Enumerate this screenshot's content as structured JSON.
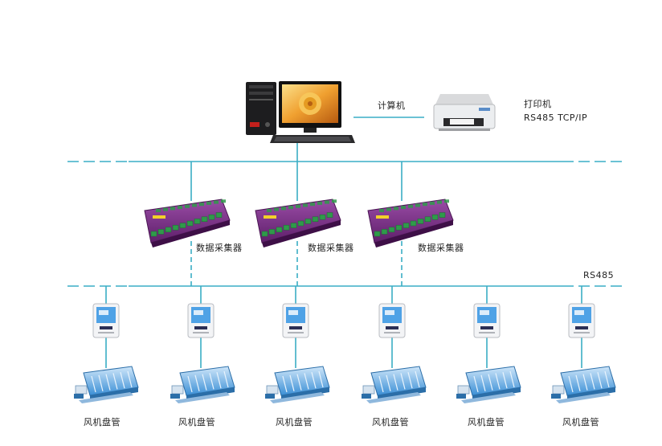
{
  "labels": {
    "computer": "计算机",
    "printer": "打印机",
    "printer_protocol": "RS485 TCP/IP",
    "collector": "数据采集器",
    "bus": "RS485",
    "fan_coil": "风机盘管"
  },
  "colors": {
    "line": "#3aaec5",
    "collector_body": "#7a2f86",
    "collector_terminal": "#2f9a4a",
    "thermostat_screen": "#4fa2e6",
    "fan_coil_body": "#3b8fd6"
  },
  "counts": {
    "collectors": 3,
    "fan_coil_units": 6
  }
}
